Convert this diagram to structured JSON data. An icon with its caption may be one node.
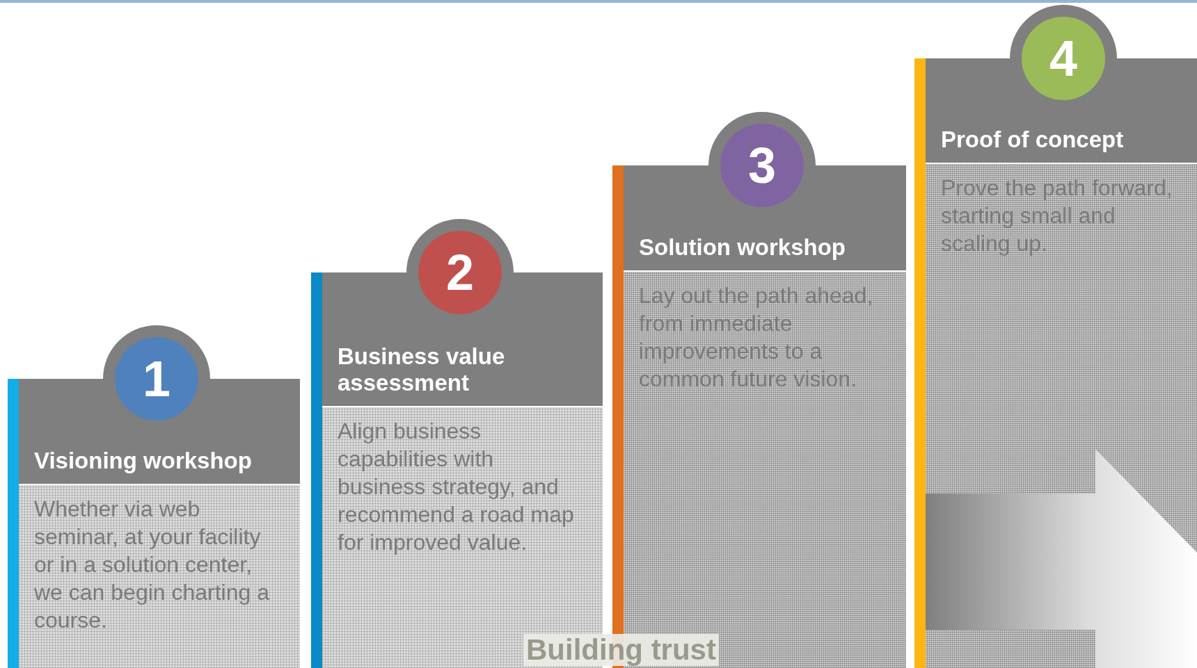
{
  "diagram": {
    "nodes": [
      {
        "text": [
          "Visioning workshop",
          "Whether via web seminar, at your facility or in a solution center, we can begin charting a course."
        ]
      },
      {
        "text": [
          "1"
        ]
      },
      {
        "text": [
          "Business value assessment",
          "Align business capabilities with business strategy, and recommend a road map for improved value."
        ]
      },
      {
        "text": [
          "2"
        ]
      },
      {
        "text": [
          "Solution workshop",
          "Lay out the path ahead, from immediate improvements to a common future vision."
        ]
      },
      {
        "text": [
          "3"
        ]
      },
      {
        "text": [
          "Proof of concept",
          "Prove the path forward, starting small and scaling up."
        ]
      },
      {
        "text": [
          "4"
        ]
      }
    ],
    "edges": [],
    "labels": [
      "Building trust"
    ]
  }
}
